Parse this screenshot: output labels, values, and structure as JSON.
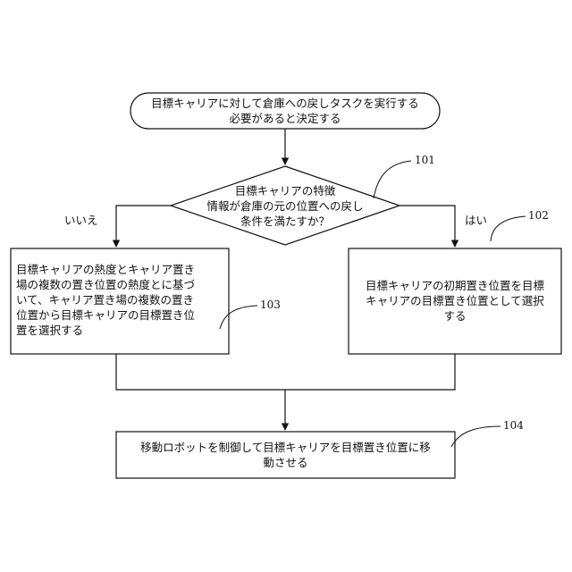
{
  "start": {
    "line1": "目標キャリアに対して倉庫への戻しタスクを実行する",
    "line2": "必要があると決定する"
  },
  "decision": {
    "line1": "目標キャリアの特徴",
    "line2": "情報が倉庫の元の位置への戻し",
    "line3": "条件を満たすか？",
    "ref": "101"
  },
  "branches": {
    "no": "いいえ",
    "yes": "はい"
  },
  "step_left": {
    "line1": "目標キャリアの熱度とキャリア置き",
    "line2": "場の複数の置き位置の熱度とに基づ",
    "line3": "いて、キャリア置き場の複数の置き",
    "line4": "位置から目標キャリアの目標置き位",
    "line5": "置を選択する",
    "ref": "103"
  },
  "step_right": {
    "line1": "目標キャリアの初期置き位置を目標",
    "line2": "キャリアの目標置き位置として選択",
    "line3": "する",
    "ref": "102"
  },
  "step_final": {
    "line1": "移動ロボットを制御して目標キャリアを目標置き位置に移",
    "line2": "動させる",
    "ref": "104"
  }
}
